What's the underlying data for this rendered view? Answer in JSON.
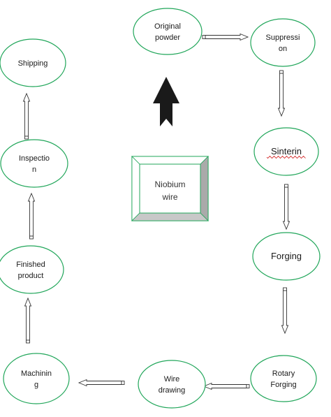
{
  "center_box": {
    "lines": [
      "Niobium",
      "wire"
    ]
  },
  "nodes": [
    {
      "id": "original-powder",
      "lines": [
        "Original",
        "powder"
      ]
    },
    {
      "id": "suppression",
      "lines": [
        "Suppressi",
        "on"
      ]
    },
    {
      "id": "sintering",
      "lines": [
        "Sinterin"
      ],
      "big": true,
      "spellcheck_underline": true
    },
    {
      "id": "forging",
      "lines": [
        "Forging"
      ],
      "big": true
    },
    {
      "id": "rotary-forging",
      "lines": [
        "Rotary",
        "Forging"
      ]
    },
    {
      "id": "wire-drawing",
      "lines": [
        "Wire",
        "drawing"
      ]
    },
    {
      "id": "machining",
      "lines": [
        "Machinin",
        "g"
      ]
    },
    {
      "id": "finished-product",
      "lines": [
        "Finished",
        "product"
      ]
    },
    {
      "id": "inspection",
      "lines": [
        "Inspectio",
        "n"
      ]
    },
    {
      "id": "shipping",
      "lines": [
        "Shipping"
      ]
    }
  ],
  "edges": [
    {
      "from": "original-powder",
      "to": "suppression"
    },
    {
      "from": "suppression",
      "to": "sintering"
    },
    {
      "from": "sintering",
      "to": "forging"
    },
    {
      "from": "forging",
      "to": "rotary-forging"
    },
    {
      "from": "rotary-forging",
      "to": "wire-drawing"
    },
    {
      "from": "wire-drawing",
      "to": "machining"
    },
    {
      "from": "machining",
      "to": "finished-product"
    },
    {
      "from": "finished-product",
      "to": "inspection"
    },
    {
      "from": "inspection",
      "to": "shipping"
    }
  ],
  "colors": {
    "node_border": "#21a65a",
    "box_border": "#21a65a",
    "box_shade": "#c8c8c8",
    "up_arrow": "#1a1a1a"
  },
  "icons": {
    "up_arrow": "block-up-arrow-icon"
  }
}
